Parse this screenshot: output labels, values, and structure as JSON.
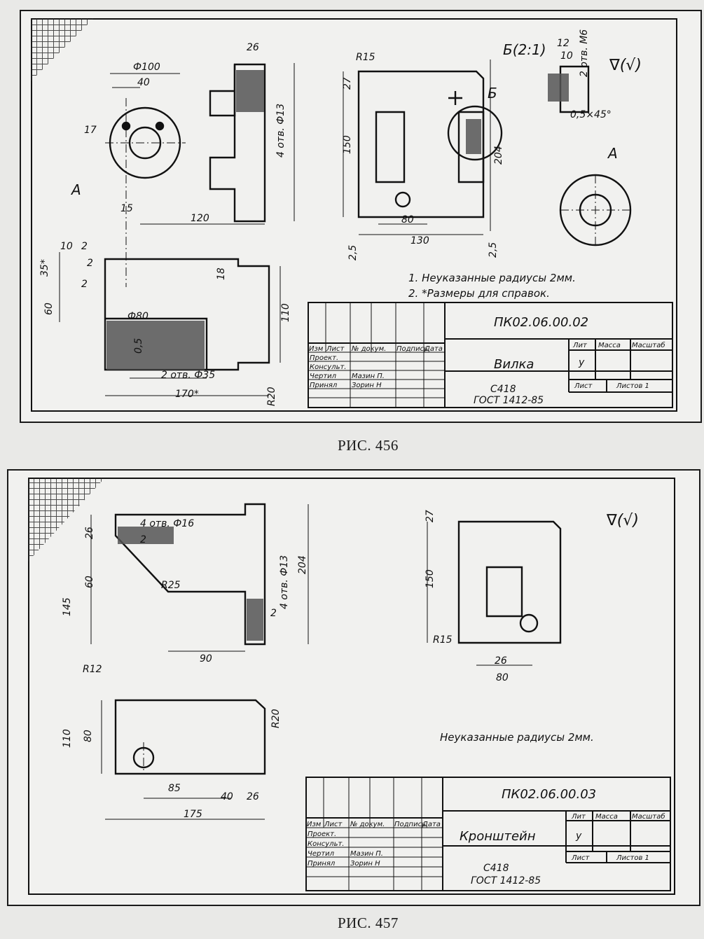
{
  "drawing456": {
    "caption": "РИС. 456",
    "doc_code": "ПК02.06.00.02",
    "part_name": "Вилка",
    "material_line1": "С418",
    "material_line2": "ГОСТ 1412-85",
    "roughness": "∇(√)",
    "notes": [
      "1. Неуказанные радиусы 2мм.",
      "2. *Размеры для справок."
    ],
    "view_b": "Б(2:1)",
    "view_a": "А",
    "label_b": "Б",
    "label_a_arrow": "А",
    "dims": [
      "26",
      "Ф100",
      "40",
      "17",
      "4 отв. Ф13",
      "120",
      "15",
      "10",
      "2",
      "2",
      "35*",
      "2",
      "60",
      "Ф80",
      "18",
      "110",
      "0,5",
      "2 отв. Ф35",
      "170*",
      "R20",
      "R15",
      "27",
      "150",
      "204",
      "80",
      "130",
      "2,5",
      "2,5",
      "12",
      "10",
      "2 отв. М6",
      "0,5×45°"
    ]
  },
  "drawing457": {
    "caption": "РИС. 457",
    "doc_code": "ПК02.06.00.03",
    "part_name": "Кронштейн",
    "material_line1": "С418",
    "material_line2": "ГОСТ 1412-85",
    "roughness": "∇(√)",
    "note": "Неуказанные радиусы  2мм.",
    "dims": [
      "4 отв. Ф16",
      "2",
      "26",
      "145",
      "60",
      "R25",
      "4 отв. Ф13",
      "204",
      "2",
      "90",
      "R12",
      "110",
      "80",
      "R20",
      "85",
      "40",
      "26",
      "175",
      "27",
      "150",
      "R15",
      "26",
      "80"
    ]
  },
  "title_block": {
    "col_headers": [
      "Изм",
      "Лист",
      "№ докум.",
      "Подпись",
      "Дата"
    ],
    "rows": [
      "Проект.",
      "Консульт.",
      "Чертил",
      "Принял"
    ],
    "drawn_by": "Мазин П.",
    "checked_by": "Зорин Н",
    "lit": "Лит",
    "mass": "Масса",
    "scale": "Масштаб",
    "lit_value": "у",
    "sheet": "Лист",
    "sheets": "Листов 1"
  }
}
